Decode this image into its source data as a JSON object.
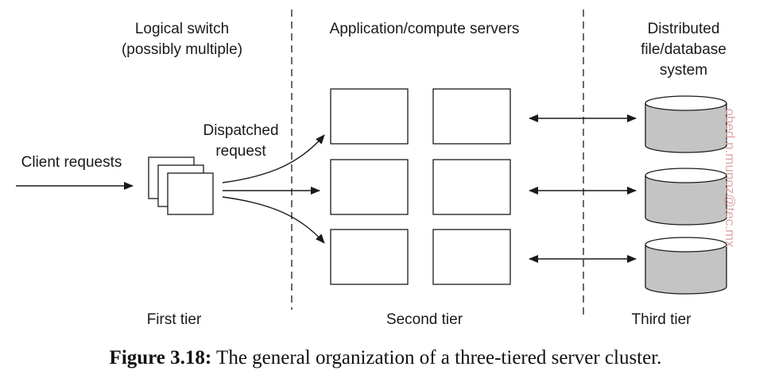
{
  "tiers": {
    "first": {
      "title_line1": "Logical switch",
      "title_line2": "(possibly multiple)",
      "footer": "First tier"
    },
    "second": {
      "title": "Application/compute servers",
      "footer": "Second tier"
    },
    "third": {
      "title_line1": "Distributed",
      "title_line2": "file/database",
      "title_line3": "system",
      "footer": "Third tier"
    }
  },
  "labels": {
    "client_requests": "Client requests",
    "dispatched_line1": "Dispatched",
    "dispatched_line2": "request"
  },
  "watermark": "obed.n.munoz@tec.mx",
  "caption": {
    "label": "Figure 3.18:",
    "text": "The general organization of a three-tiered server cluster."
  },
  "colors": {
    "line": "#1a1a1a",
    "database_fill": "#c4c4c4",
    "watermark": "#e0a8a8"
  }
}
